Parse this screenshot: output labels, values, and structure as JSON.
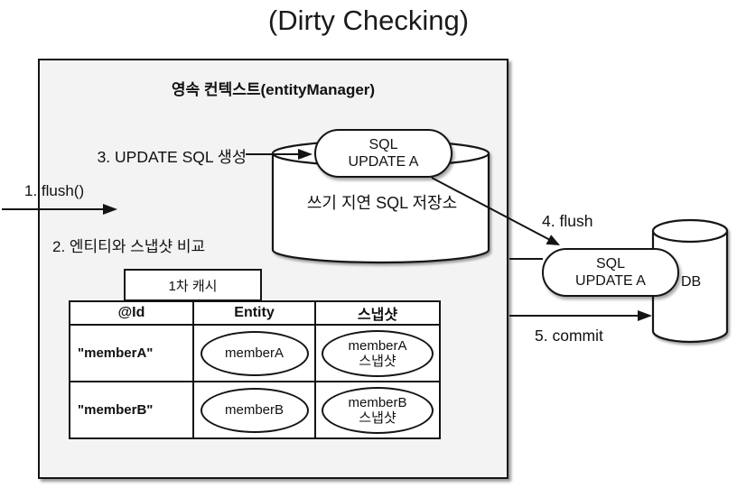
{
  "title": "(Dirty Checking)",
  "persistence_context": {
    "title": "영속 컨텍스트(entityManager)",
    "step1": "1. flush()",
    "step2": "2. 엔티티와 스냅샷 비교",
    "step3": "3. UPDATE SQL 생성",
    "sql_store": {
      "label": "쓰기 지연 SQL 저장소",
      "pill_line1": "SQL",
      "pill_line2": "UPDATE A"
    },
    "first_level_cache": {
      "label": "1차 캐시",
      "table": {
        "headers": [
          "@Id",
          "Entity",
          "스냅샷"
        ],
        "rows": [
          {
            "id": "\"memberA\"",
            "entity": "memberA",
            "snapshot_line1": "memberA",
            "snapshot_line2": "스냅샷"
          },
          {
            "id": "\"memberB\"",
            "entity": "memberB",
            "snapshot_line1": "memberB",
            "snapshot_line2": "스냅샷"
          }
        ]
      }
    }
  },
  "flow": {
    "step4": "4. flush",
    "step5": "5. commit",
    "flush_pill_line1": "SQL",
    "flush_pill_line2": "UPDATE A",
    "db_label": "DB"
  },
  "colors": {
    "background": "#ffffff",
    "context_box_fill": "#f3f3f3",
    "stroke": "#141414",
    "shape_fill": "#ffffff"
  }
}
